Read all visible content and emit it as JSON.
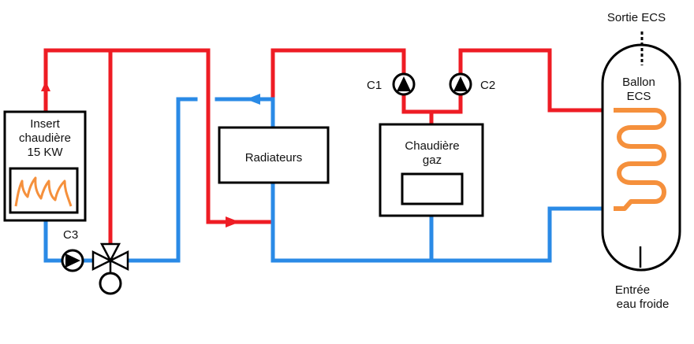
{
  "labels": {
    "insert_line1": "Insert",
    "insert_line2": "chaudière",
    "insert_line3": "15 KW",
    "c3": "C3",
    "radiateurs": "Radiateurs",
    "c1": "C1",
    "c2": "C2",
    "chaudiere_line1": "Chaudière",
    "chaudiere_line2": "gaz",
    "sortie_ecs": "Sortie ECS",
    "ballon_line1": "Ballon",
    "ballon_line2": "ECS",
    "entree_line1": "Entrée",
    "entree_line2": "eau froide"
  },
  "colors": {
    "hot_pipe": "#ee1c24",
    "cold_pipe": "#2a8ae6",
    "coil": "#f5903c",
    "flame": "#f5903c"
  }
}
